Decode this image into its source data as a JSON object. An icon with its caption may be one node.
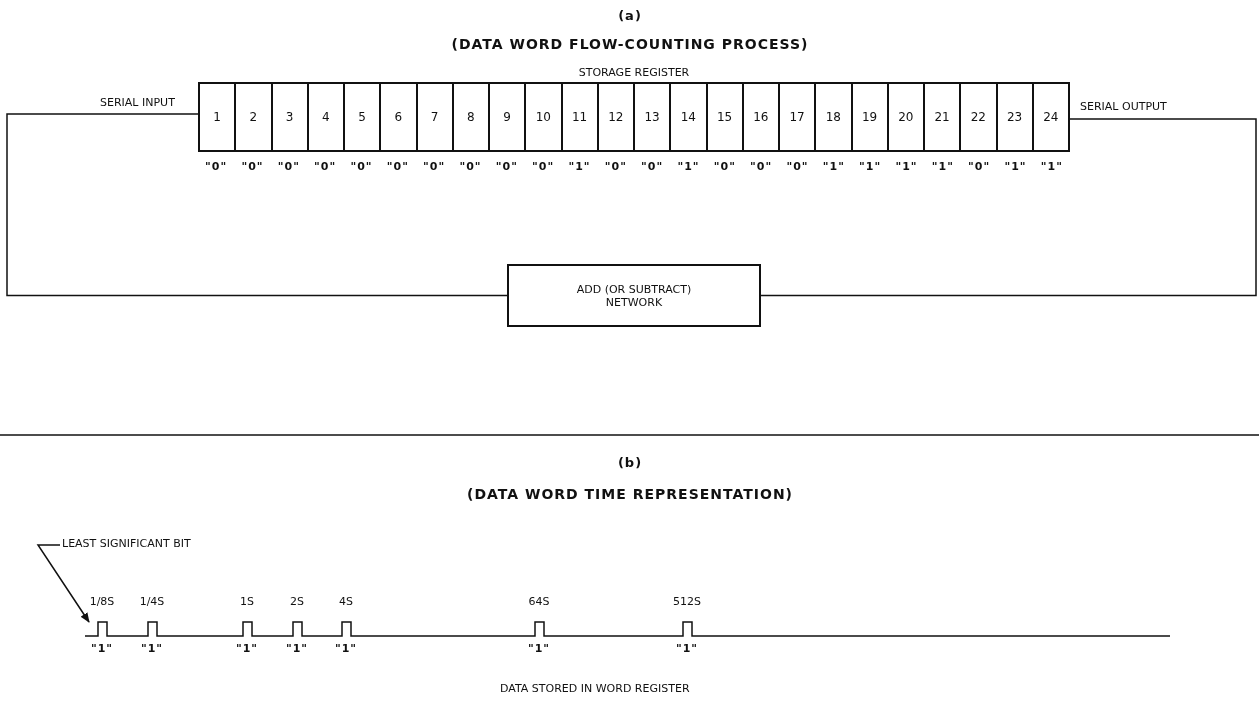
{
  "diagram": {
    "nodes": [
      {
        "text": [
          "STORAGE REGISTER"
        ]
      },
      {
        "text": [
          "1"
        ],
        "in": 0
      },
      {
        "text": [
          "2"
        ],
        "in": 0
      },
      {
        "text": [
          "3"
        ],
        "in": 0
      },
      {
        "text": [
          "4"
        ],
        "in": 0
      },
      {
        "text": [
          "5"
        ],
        "in": 0
      },
      {
        "text": [
          "6"
        ],
        "in": 0
      },
      {
        "text": [
          "7"
        ],
        "in": 0
      },
      {
        "text": [
          "8"
        ],
        "in": 0
      },
      {
        "text": [
          "9"
        ],
        "in": 0
      },
      {
        "text": [
          "10"
        ],
        "in": 0
      },
      {
        "text": [
          "11"
        ],
        "in": 0
      },
      {
        "text": [
          "12"
        ],
        "in": 0
      },
      {
        "text": [
          "13"
        ],
        "in": 0
      },
      {
        "text": [
          "14"
        ],
        "in": 0
      },
      {
        "text": [
          "15"
        ],
        "in": 0
      },
      {
        "text": [
          "16"
        ],
        "in": 0
      },
      {
        "text": [
          "17"
        ],
        "in": 0
      },
      {
        "text": [
          "18"
        ],
        "in": 0
      },
      {
        "text": [
          "19"
        ],
        "in": 0
      },
      {
        "text": [
          "20"
        ],
        "in": 0
      },
      {
        "text": [
          "21"
        ],
        "in": 0
      },
      {
        "text": [
          "22"
        ],
        "in": 0
      },
      {
        "text": [
          "23"
        ],
        "in": 0
      },
      {
        "text": [
          "24"
        ],
        "in": 0
      },
      {
        "text": [
          "ADD (OR SUBTRACT) NETWORK"
        ]
      },
      {
        "text": [
          "LEAST SIGNIFICANT BIT"
        ]
      },
      {
        "text": [],
        "shape": "picture"
      }
    ],
    "edges": [
      {
        "from": 25,
        "to": 0,
        "arrow": "none"
      },
      {
        "from": 0,
        "to": 25,
        "arrow": "none"
      },
      {
        "from": 26,
        "to": 27,
        "arrow": "to"
      }
    ],
    "labels": [
      "(a)",
      "(DATA WORD FLOW-COUNTING PROCESS)",
      "SERIAL INPUT",
      "SERIAL OUTPUT",
      "\"0\"",
      "\"0\"",
      "\"0\"",
      "\"0\"",
      "\"0\"",
      "\"0\"",
      "\"0\"",
      "\"0\"",
      "\"0\"",
      "\"0\"",
      "\"1\"",
      "\"0\"",
      "\"0\"",
      "\"1\"",
      "\"0\"",
      "\"0\"",
      "\"0\"",
      "\"1\"",
      "\"1\"",
      "\"1\"",
      "\"1\"",
      "\"0\"",
      "\"1\"",
      "\"1\"",
      "(b)",
      "(DATA WORD TIME REPRESENTATION)",
      "1/8S",
      "1/4S",
      "1S",
      "2S",
      "4S",
      "64S",
      "512S",
      "\"1\"",
      "\"1\"",
      "\"1\"",
      "\"1\"",
      "\"1\"",
      "\"1\"",
      "\"1\"",
      "DATA STORED IN WORD REGISTER"
    ]
  }
}
